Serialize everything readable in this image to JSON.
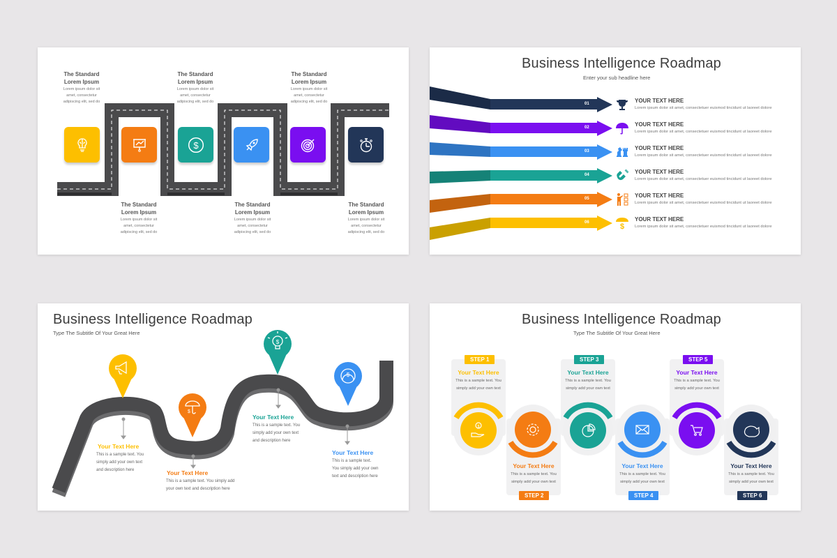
{
  "colors": {
    "yellow": "#fdbf00",
    "orange": "#f47c13",
    "teal": "#1aa395",
    "blue": "#3a91f2",
    "purple": "#7a0ef0",
    "navy": "#223658",
    "road": "#4a4a4c",
    "background": "#e8e6e8"
  },
  "slide1": {
    "top_blocks": [
      {
        "title_1": "The Standard",
        "title_2": "Lorem Ipsum",
        "desc_1": "Lorem ipsum dolor sit",
        "desc_2": "amet, consectetur",
        "desc_3": "adipiscing elit, sed do"
      },
      {
        "title_1": "The Standard",
        "title_2": "Lorem Ipsum",
        "desc_1": "Lorem ipsum dolor sit",
        "desc_2": "amet, consectetur",
        "desc_3": "adipiscing elit, sed do"
      },
      {
        "title_1": "The Standard",
        "title_2": "Lorem Ipsum",
        "desc_1": "Lorem ipsum dolor sit",
        "desc_2": "amet, consectetur",
        "desc_3": "adipiscing elit, sed do"
      }
    ],
    "bottom_blocks": [
      {
        "title_1": "The Standard",
        "title_2": "Lorem Ipsum",
        "desc_1": "Lorem ipsum dolor sit",
        "desc_2": "amet, consectetur",
        "desc_3": "adipiscing elit, sed do"
      },
      {
        "title_1": "The Standard",
        "title_2": "Lorem Ipsum",
        "desc_1": "Lorem ipsum dolor sit",
        "desc_2": "amet, consectetur",
        "desc_3": "adipiscing elit, sed do"
      },
      {
        "title_1": "The Standard",
        "title_2": "Lorem Ipsum",
        "desc_1": "Lorem ipsum dolor sit",
        "desc_2": "amet, consectetur",
        "desc_3": "adipiscing elit, sed do"
      }
    ],
    "tiles": [
      {
        "icon": "brain-bulb-icon",
        "color": "#fdbf00"
      },
      {
        "icon": "presentation-chart-icon",
        "color": "#f47c13"
      },
      {
        "icon": "dollar-circle-icon",
        "color": "#1aa395"
      },
      {
        "icon": "rocket-icon",
        "color": "#3a91f2"
      },
      {
        "icon": "target-icon",
        "color": "#7a0ef0"
      },
      {
        "icon": "stopwatch-icon",
        "color": "#223658"
      }
    ]
  },
  "slide2": {
    "title": "Business Intelligence Roadmap",
    "subtitle": "Enter your sub headline here",
    "rows": [
      {
        "num": "01",
        "heading": "YOUR TEXT HERE",
        "desc": "Lorem ipsum dolor sit amet, consectetuer euismod tincidunt ut laoreet dolore",
        "icon": "trophy-icon",
        "color": "#223658",
        "dark": "#1b2b47"
      },
      {
        "num": "02",
        "heading": "YOUR TEXT HERE",
        "desc": "Lorem ipsum dolor sit amet, consectetuer euismod tincidunt ut laoreet dolore",
        "icon": "umbrella-icon",
        "color": "#7a0ef0",
        "dark": "#620bc0"
      },
      {
        "num": "03",
        "heading": "YOUR TEXT HERE",
        "desc": "Lorem ipsum dolor sit amet, consectetuer euismod tincidunt ut laoreet dolore",
        "icon": "chess-icon",
        "color": "#3a91f2",
        "dark": "#2e74c2"
      },
      {
        "num": "04",
        "heading": "YOUR TEXT HERE",
        "desc": "Lorem ipsum dolor sit amet, consectetuer euismod tincidunt ut laoreet dolore",
        "icon": "magnet-icon",
        "color": "#1aa395",
        "dark": "#158277"
      },
      {
        "num": "05",
        "heading": "YOUR TEXT HERE",
        "desc": "Lorem ipsum dolor sit amet, consectetuer euismod tincidunt ut laoreet dolore",
        "icon": "presenter-checklist-icon",
        "color": "#f47c13",
        "dark": "#c3630f"
      },
      {
        "num": "06",
        "heading": "YOUR TEXT HERE",
        "desc": "Lorem ipsum dolor sit amet, consectetuer euismod tincidunt ut laoreet dolore",
        "icon": "money-umbrella-icon",
        "color": "#fdbf00",
        "dark": "#caa000"
      }
    ]
  },
  "slide3": {
    "title": "Business Intelligence Roadmap",
    "subtitle": "Type The Subtitle Of Your Great Here",
    "items": [
      {
        "heading": "Your Text Here",
        "desc_1": "This is a sample text. You",
        "desc_2": "simply add your own text",
        "desc_3": "and description here",
        "icon": "megaphone-icon",
        "color": "#fdbf00"
      },
      {
        "heading": "Your Text Here",
        "desc_1": "This is a sample text. You simply add",
        "desc_2": "your own text and description here",
        "desc_3": "",
        "icon": "money-umbrella-icon",
        "color": "#f47c13"
      },
      {
        "heading": "Your Text Here",
        "desc_1": "This is a sample text. You",
        "desc_2": "simply add your own text",
        "desc_3": "and description here",
        "icon": "dollar-bulb-icon",
        "color": "#1aa395"
      },
      {
        "heading": "Your Text Here",
        "desc_1": "This is a sample text.",
        "desc_2": "You simply add your own",
        "desc_3": "text and description here",
        "icon": "dollar-chart-icon",
        "color": "#3a91f2"
      }
    ]
  },
  "slide4": {
    "title": "Business Intelligence Roadmap",
    "subtitle": "Type The Subtitle Of Your Great Here",
    "steps": [
      {
        "label": "STEP 1",
        "heading": "Your Text Here",
        "desc_1": "This is a sample text. You",
        "desc_2": "simply add your own text",
        "icon": "hand-coin-icon",
        "color": "#fdbf00"
      },
      {
        "label": "STEP 2",
        "heading": "Your Text Here",
        "desc_1": "This is a sample text. You",
        "desc_2": "simply add your own text",
        "icon": "gear-icon",
        "color": "#f47c13"
      },
      {
        "label": "STEP 3",
        "heading": "Your Text Here",
        "desc_1": "This is a sample text. You",
        "desc_2": "simply add your own text",
        "icon": "pie-chart-icon",
        "color": "#1aa395"
      },
      {
        "label": "STEP 4",
        "heading": "Your Text Here",
        "desc_1": "This is a sample text. You",
        "desc_2": "simply add your own text",
        "icon": "mail-icon",
        "color": "#3a91f2"
      },
      {
        "label": "STEP 5",
        "heading": "Your Text Here",
        "desc_1": "This is a sample text. You",
        "desc_2": "simply add your own text",
        "icon": "cart-icon",
        "color": "#7a0ef0"
      },
      {
        "label": "STEP 6",
        "heading": "Your Text Here",
        "desc_1": "This is a sample text. You",
        "desc_2": "simply add your own text",
        "icon": "piggy-bank-icon",
        "color": "#223658"
      }
    ]
  }
}
